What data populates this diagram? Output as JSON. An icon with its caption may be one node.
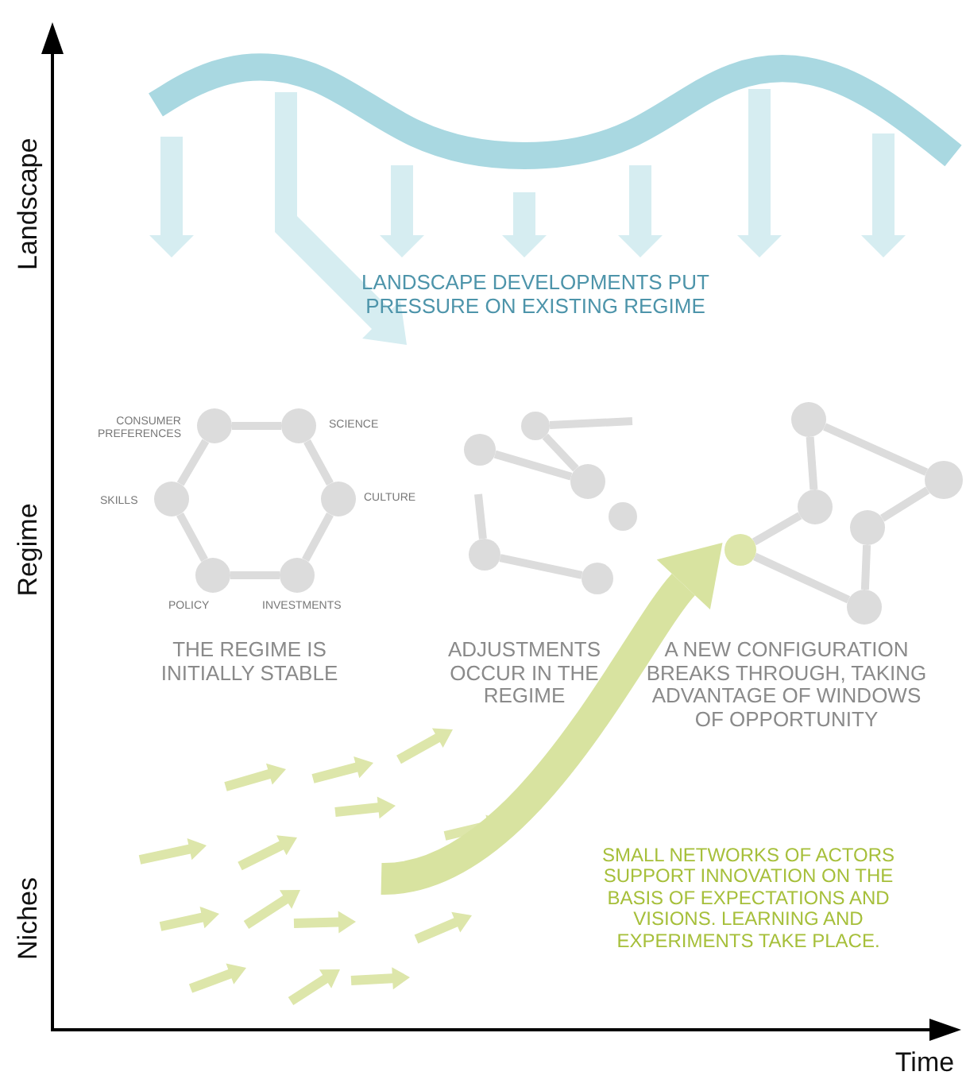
{
  "diagram": {
    "nodes": [
      {
        "text": [],
        "shape": "circle",
        "beside": [
          "CONSUMER PREFERENCES"
        ]
      },
      {
        "text": [],
        "shape": "circle",
        "beside": [
          "SCIENCE"
        ]
      },
      {
        "text": [],
        "shape": "circle",
        "beside": [
          "SKILLS"
        ]
      },
      {
        "text": [],
        "shape": "circle",
        "beside": [
          "CULTURE"
        ]
      },
      {
        "text": [],
        "shape": "circle",
        "beside": [
          "POLICY"
        ]
      },
      {
        "text": [],
        "shape": "circle",
        "beside": [
          "INVESTMENTS"
        ]
      },
      {
        "text": [],
        "shape": "circle"
      },
      {
        "text": [],
        "shape": "circle"
      },
      {
        "text": [],
        "shape": "circle"
      },
      {
        "text": [],
        "shape": "circle"
      },
      {
        "text": [],
        "shape": "circle"
      },
      {
        "text": [],
        "shape": "circle"
      },
      {
        "text": [],
        "shape": "circle"
      },
      {
        "text": [],
        "shape": "circle"
      },
      {
        "text": [],
        "shape": "circle"
      },
      {
        "text": [],
        "shape": "circle"
      },
      {
        "text": [],
        "shape": "circle"
      },
      {
        "text": [],
        "shape": "circle"
      }
    ],
    "edges": [
      {
        "from": 0,
        "to": 1,
        "arrow": "none"
      },
      {
        "from": 1,
        "to": 3,
        "arrow": "none"
      },
      {
        "from": 3,
        "to": 5,
        "arrow": "none"
      },
      {
        "from": 5,
        "to": 4,
        "arrow": "none"
      },
      {
        "from": 4,
        "to": 2,
        "arrow": "none"
      },
      {
        "from": 2,
        "to": 0,
        "arrow": "none"
      },
      {
        "from": 7,
        "to": null,
        "arrow": "none"
      },
      {
        "from": 6,
        "to": 8,
        "arrow": "none"
      },
      {
        "from": 7,
        "to": 8,
        "arrow": "none"
      },
      {
        "from": 10,
        "to": 11,
        "arrow": "none"
      },
      {
        "from": 10,
        "to": null,
        "arrow": "none"
      },
      {
        "from": 12,
        "to": 13,
        "arrow": "none"
      },
      {
        "from": 12,
        "to": 14,
        "arrow": "none"
      },
      {
        "from": 14,
        "to": 16,
        "arrow": "none"
      },
      {
        "from": 13,
        "to": 15,
        "arrow": "none"
      },
      {
        "from": 15,
        "to": 17,
        "arrow": "none"
      },
      {
        "from": 16,
        "to": 17,
        "arrow": "none"
      },
      {
        "from": null,
        "to": 16,
        "arrow": "to",
        "style": "thick",
        "color": "#d8e3a0"
      }
    ],
    "labels": [
      "Landscape",
      "LANDSCAPE DEVELOPMENTS PUT PRESSURE ON EXISTING REGIME",
      "Regime",
      "THE REGIME IS INITIALLY STABLE",
      "ADJUSTMENTS OCCUR IN THE REGIME",
      "A NEW CONFIGURATION BREAKS THROUGH, TAKING ADVANTAGE OF WINDOWS OF OPPORTUNITY",
      "Niches",
      "SMALL NETWORKS OF ACTORS SUPPORT INNOVATION ON THE BASIS OF EXPECTATIONS AND VISIONS. LEARNING AND EXPERIMENTS TAKE PLACE.",
      "Time"
    ]
  }
}
